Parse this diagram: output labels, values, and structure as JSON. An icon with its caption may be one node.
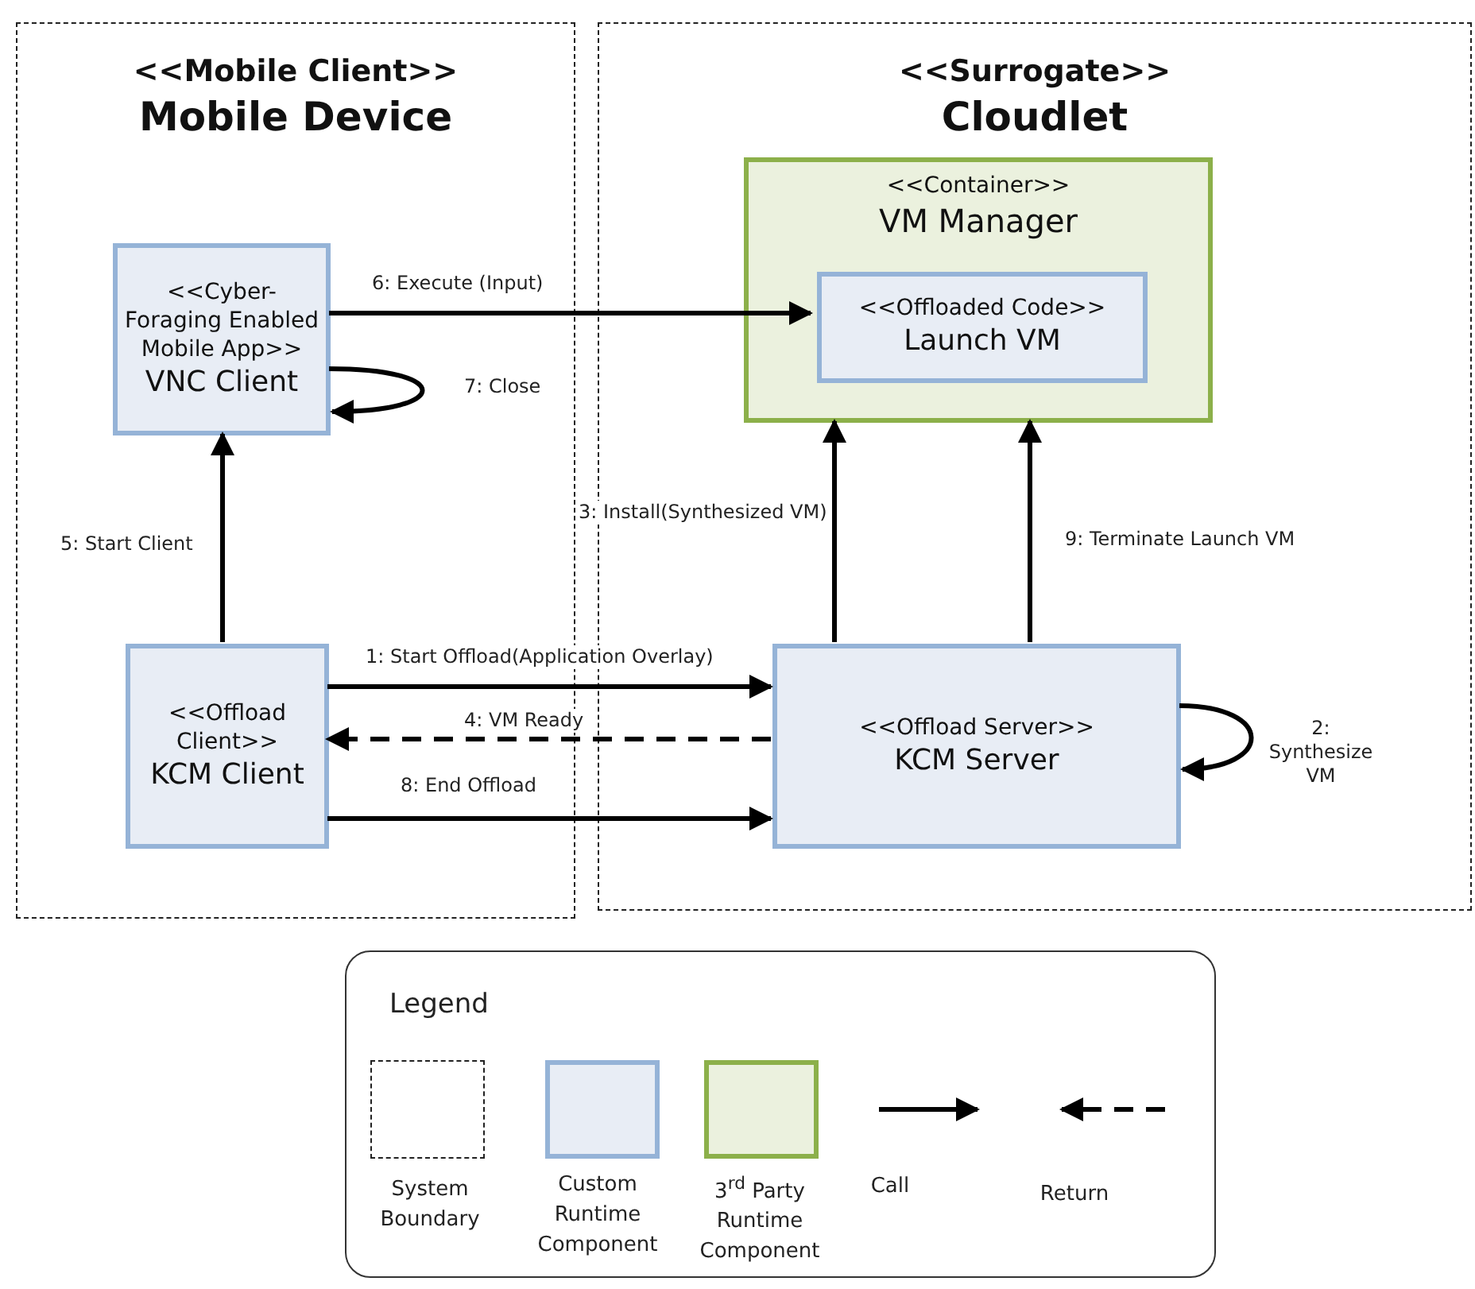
{
  "diagram": {
    "nodes": [
      {
        "text": [
          "<<Mobile Client>>",
          "Mobile Device"
        ]
      },
      {
        "text": [
          "<<Surrogate>>",
          "Cloudlet"
        ]
      },
      {
        "text": [
          "<<Cyber-Foraging Enabled Mobile App>>",
          "VNC Client"
        ],
        "in": 0
      },
      {
        "text": [
          "<<Offload Client>>",
          "KCM Client"
        ],
        "in": 0
      },
      {
        "text": [
          "<<Container>>",
          "VM Manager"
        ],
        "in": 1
      },
      {
        "text": [
          "<<Offloaded Code>>",
          "Launch VM"
        ],
        "in": 4
      },
      {
        "text": [
          "<<Offload Server>>",
          "KCM Server"
        ],
        "in": 1
      }
    ],
    "edges": [
      {
        "from": 2,
        "to": 5,
        "arrow": "to",
        "label": "6: Execute (Input)"
      },
      {
        "from": 2,
        "to": 2,
        "arrow": "to",
        "label": "7: Close"
      },
      {
        "from": 3,
        "to": 2,
        "arrow": "to",
        "label": "5: Start Client"
      },
      {
        "from": 6,
        "to": 4,
        "arrow": "to",
        "label": "3: Install(Synthesized VM)"
      },
      {
        "from": 6,
        "to": 4,
        "arrow": "to",
        "label": "9: Terminate Launch VM"
      },
      {
        "from": 3,
        "to": 6,
        "arrow": "to",
        "label": "1: Start Offload(Application Overlay)"
      },
      {
        "from": 6,
        "to": 3,
        "arrow": "to",
        "label": "4: VM Ready",
        "style": "dashed"
      },
      {
        "from": 6,
        "to": 6,
        "arrow": "to",
        "label": "2: Synthesize VM"
      },
      {
        "from": 3,
        "to": 6,
        "arrow": "to",
        "label": "8: End Offload"
      }
    ],
    "labels": [
      "Legend"
    ],
    "legend": [
      {
        "text": "System Boundary"
      },
      {
        "text": "Custom Runtime Component",
        "color": "#e8edf5"
      },
      {
        "text": "3$^{rd}$ Party Runtime Component",
        "color": "#ebf1de"
      },
      {
        "text": "Call"
      },
      {
        "text": "Return"
      }
    ]
  }
}
